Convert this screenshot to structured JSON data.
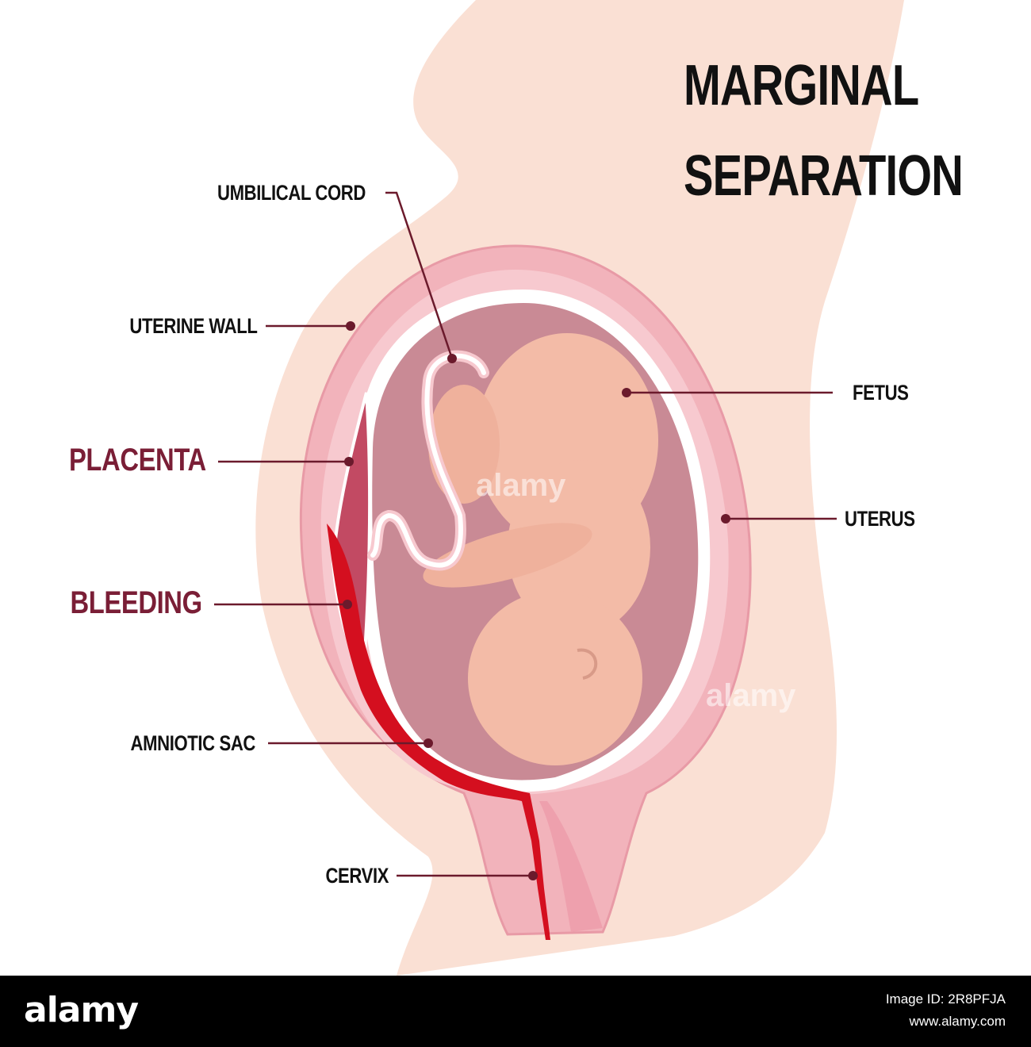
{
  "title": {
    "line1": "MARGINAL",
    "line2": "SEPARATION"
  },
  "labels": {
    "umbilical_cord": "UMBILICAL CORD",
    "uterine_wall": "UTERINE WALL",
    "fetus": "FETUS",
    "placenta": "PLACENTA",
    "uterus": "UTERUS",
    "bleeding": "BLEEDING",
    "amniotic_sac": "AMNIOTIC SAC",
    "cervix": "CERVIX"
  },
  "watermark": {
    "text": "alamy"
  },
  "footer": {
    "logo": "alamy",
    "image_id": "Image ID: 2R8PFJA",
    "site": "www.alamy.com"
  },
  "colors": {
    "skin": "#fae0d4",
    "uterus_outer": "#f2b3bb",
    "uterus_inner": "#f7c9cf",
    "amniotic": "#c98a95",
    "fetus": "#f3bba7",
    "placenta": "#c24a63",
    "blood": "#d40f1f",
    "leader": "#6b1a2c",
    "accent_label": "#7a1e36"
  }
}
